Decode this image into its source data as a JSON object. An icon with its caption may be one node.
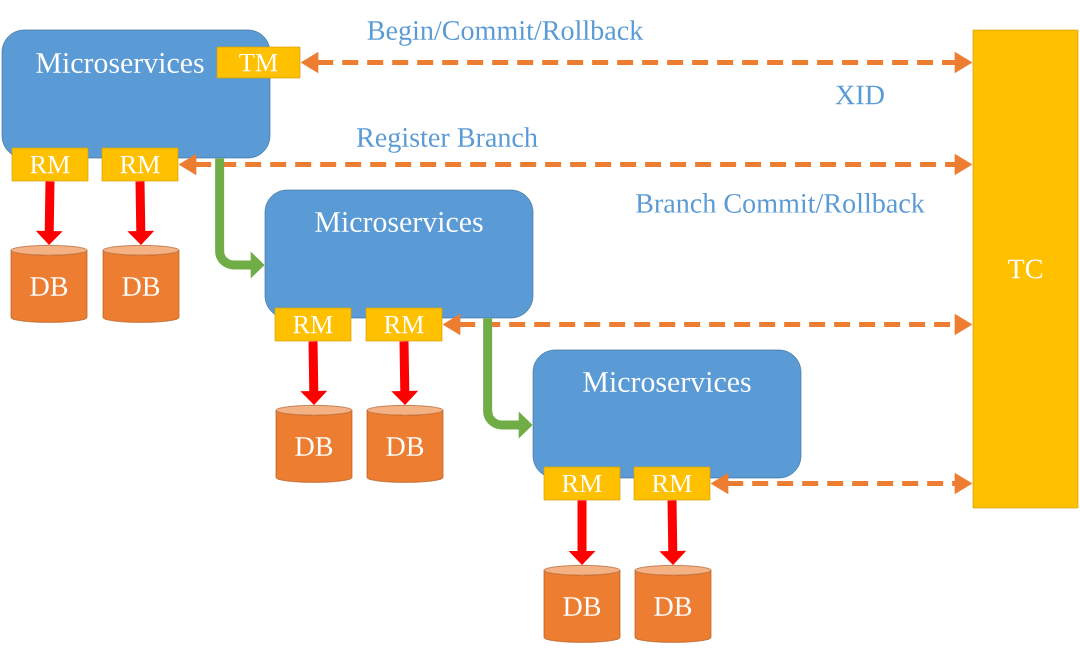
{
  "diagram": {
    "nodes": [
      {
        "text": [
          "Microservices"
        ]
      },
      {
        "text": [
          "TM"
        ]
      },
      {
        "text": [
          "RM"
        ]
      },
      {
        "text": [
          "RM"
        ]
      },
      {
        "text": [
          "DB"
        ]
      },
      {
        "text": [
          "DB"
        ]
      },
      {
        "text": [
          "Microservices"
        ]
      },
      {
        "text": [
          "RM"
        ]
      },
      {
        "text": [
          "RM"
        ]
      },
      {
        "text": [
          "DB"
        ]
      },
      {
        "text": [
          "DB"
        ]
      },
      {
        "text": [
          "Microservices"
        ]
      },
      {
        "text": [
          "RM"
        ]
      },
      {
        "text": [
          "RM"
        ]
      },
      {
        "text": [
          "DB"
        ]
      },
      {
        "text": [
          "DB"
        ]
      },
      {
        "text": [
          "TC"
        ]
      }
    ],
    "edges": [
      {
        "from": 1,
        "to": 16,
        "arrow": "both",
        "label": "Begin/Commit/Rollback",
        "style": "dashed",
        "color": "#ed7d31"
      },
      {
        "from": 3,
        "to": 16,
        "arrow": "both",
        "label": "Register Branch",
        "style": "dashed",
        "color": "#ed7d31"
      },
      {
        "from": 8,
        "to": 16,
        "arrow": "both",
        "style": "dashed",
        "color": "#ed7d31"
      },
      {
        "from": 13,
        "to": 16,
        "arrow": "both",
        "style": "dashed",
        "color": "#ed7d31"
      },
      {
        "from": 2,
        "to": 4,
        "arrow": "to"
      },
      {
        "from": 3,
        "to": 5,
        "arrow": "to"
      },
      {
        "from": 7,
        "to": 9,
        "arrow": "to"
      },
      {
        "from": 8,
        "to": 10,
        "arrow": "to"
      },
      {
        "from": 12,
        "to": 14,
        "arrow": "to"
      },
      {
        "from": 13,
        "to": 15,
        "arrow": "to"
      },
      {
        "from": 0,
        "to": 6,
        "arrow": "to",
        "color": "#70ad47"
      },
      {
        "from": 6,
        "to": 11,
        "arrow": "to",
        "color": "#70ad47"
      }
    ],
    "labels": [
      "XID",
      "Branch Commit/Rollback"
    ]
  }
}
